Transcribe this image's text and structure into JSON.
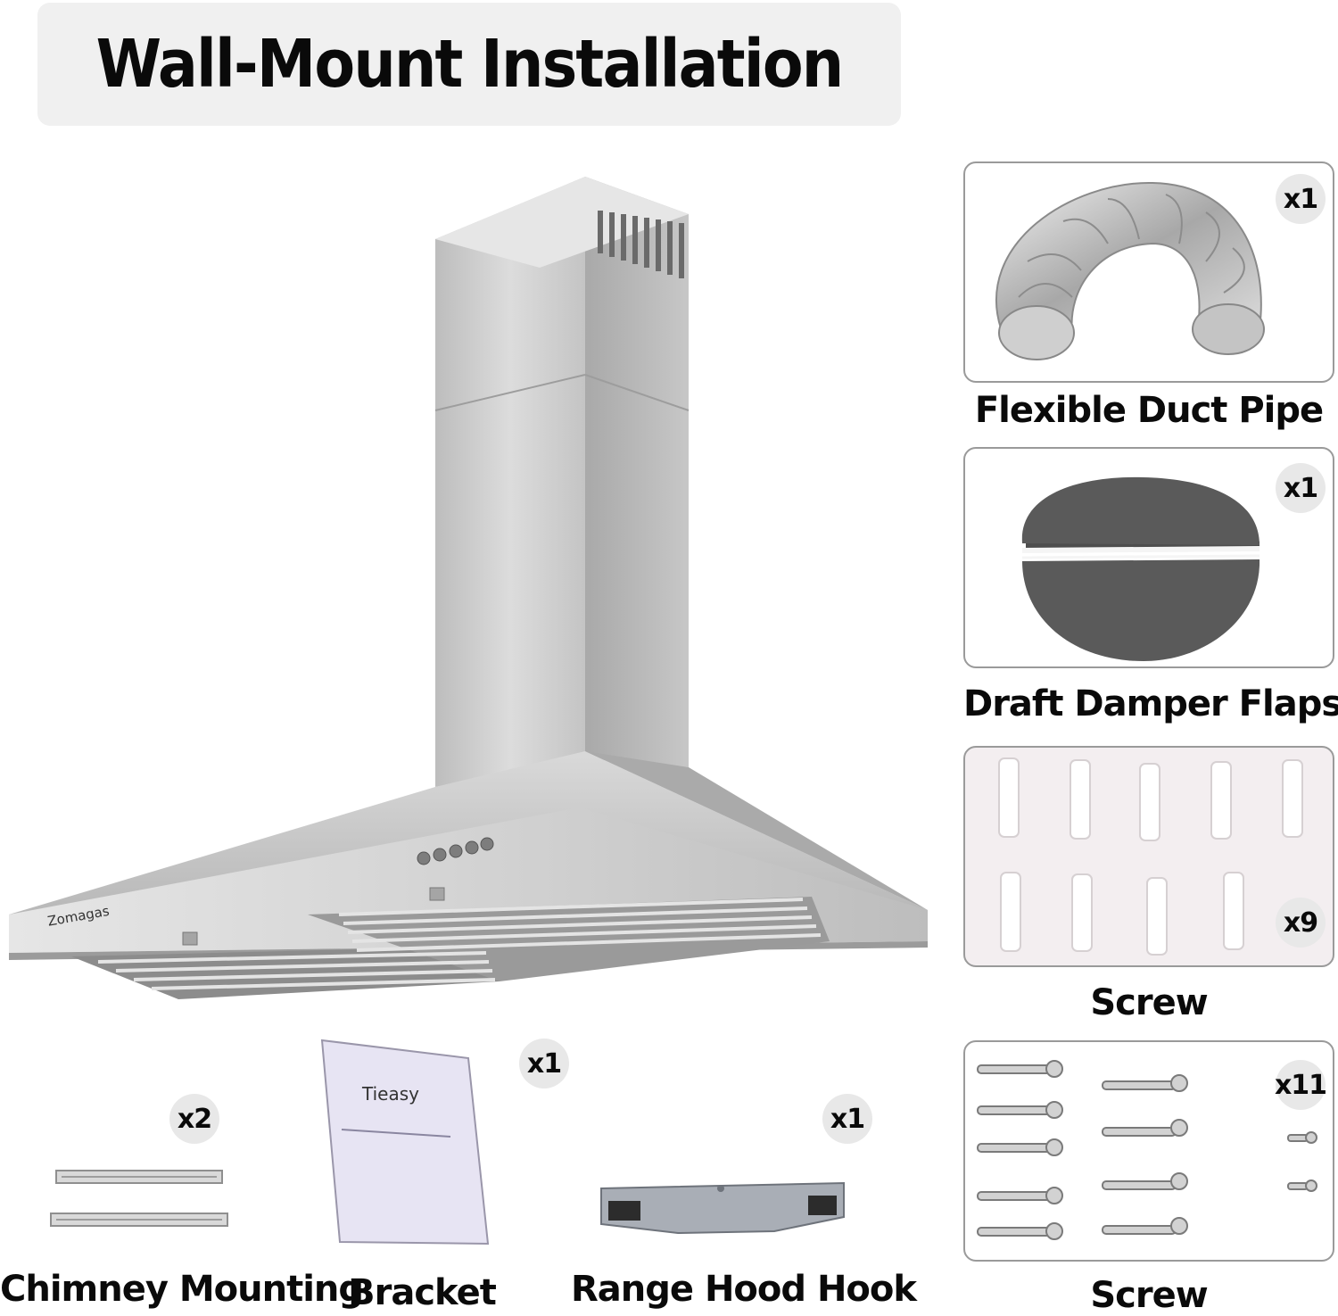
{
  "title": "Wall-Mount Installation",
  "hood": {
    "brand": "Zomagas"
  },
  "parts": [
    {
      "caption": "Flexible Duct Pipe",
      "quantity": "x1",
      "image": "flexible-duct-pipe"
    },
    {
      "caption": "Draft Damper Flaps",
      "quantity": "x1",
      "image": "draft-damper-flaps"
    },
    {
      "caption": "Screw",
      "quantity": "x9",
      "image": "wall-anchors"
    },
    {
      "caption": "Screw",
      "quantity": "x11",
      "image": "wood-screws"
    },
    {
      "caption": "Chimney Mounting",
      "quantity": "x2",
      "image": "chimney-mounting-rails"
    },
    {
      "caption": "Bracket",
      "quantity": "x1",
      "image": "instruction-booklet",
      "booklet_brand": "Tieasy"
    },
    {
      "caption": "Range Hood Hook",
      "quantity": "x1",
      "image": "range-hood-hook"
    }
  ],
  "colors": {
    "banner": "#f0f0f0",
    "badge": "#e8e8e8",
    "steel": "#c9c9c9"
  }
}
